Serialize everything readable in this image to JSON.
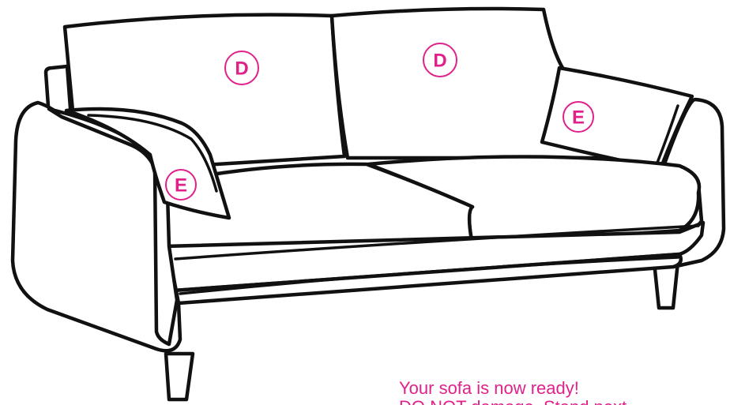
{
  "colors": {
    "accent": "#e0218a",
    "outline": "#111111"
  },
  "labels": {
    "back_cushion": "D",
    "throw_pillow": "E"
  },
  "caption": {
    "line1": "Your sofa is now ready!",
    "line2": "DO NOT damage. Stand next"
  }
}
